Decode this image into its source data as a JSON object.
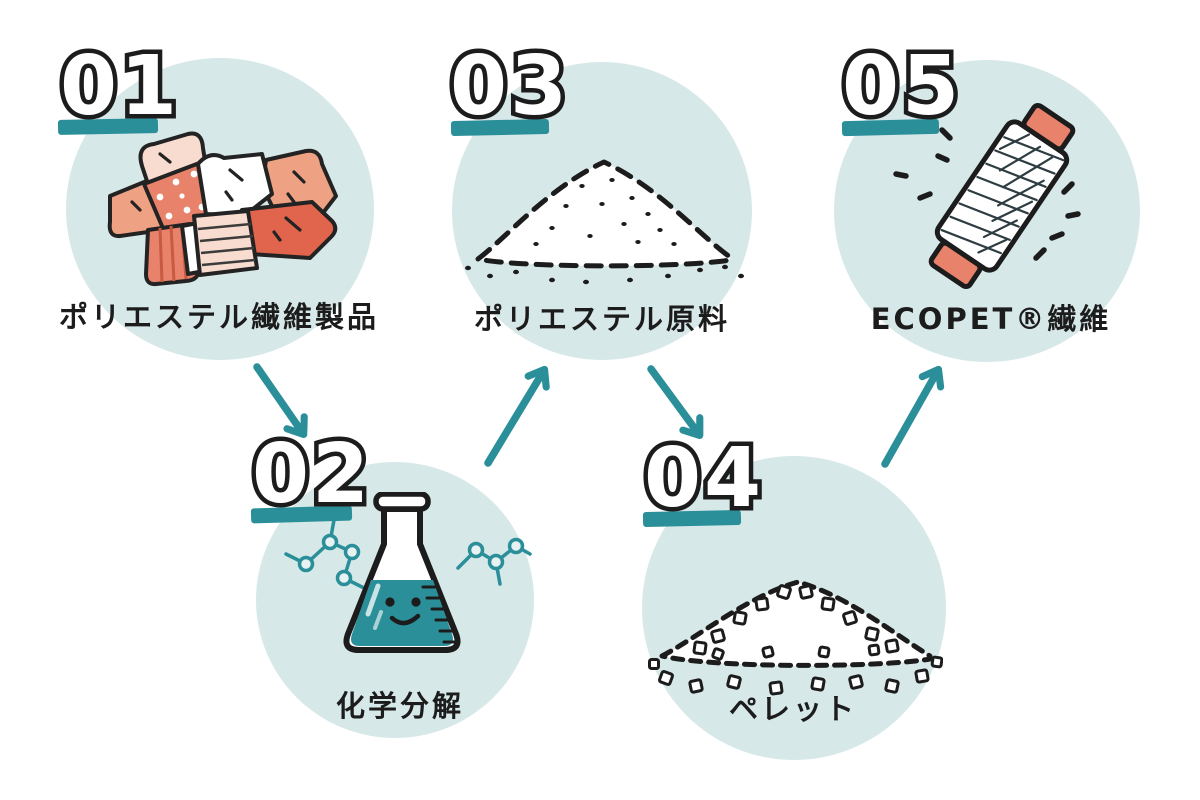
{
  "diagram": {
    "steps": [
      {
        "number": "01",
        "label": "ポリエステル繊維製品",
        "icon": "fabric-scraps-icon"
      },
      {
        "number": "02",
        "label": "化学分解",
        "icon": "chemistry-flask-icon"
      },
      {
        "number": "03",
        "label": "ポリエステル原料",
        "icon": "powder-pile-icon"
      },
      {
        "number": "04",
        "label": "ペレット",
        "icon": "pellet-pile-icon"
      },
      {
        "number": "05",
        "label": "ECOPET®繊維",
        "icon": "yarn-spool-icon"
      }
    ],
    "arrows": [
      {
        "from": "01",
        "to": "02"
      },
      {
        "from": "02",
        "to": "03"
      },
      {
        "from": "03",
        "to": "04"
      },
      {
        "from": "04",
        "to": "05"
      }
    ],
    "colors": {
      "accent_teal": "#2b8f9a",
      "circle_fill": "#d7e8e9",
      "outline_black": "#1c1c1c",
      "coral": "#e0654c",
      "coral_light": "#e8826a",
      "salmon": "#efa183",
      "pale_peach": "#f8dccf",
      "background": "#ffffff"
    }
  }
}
